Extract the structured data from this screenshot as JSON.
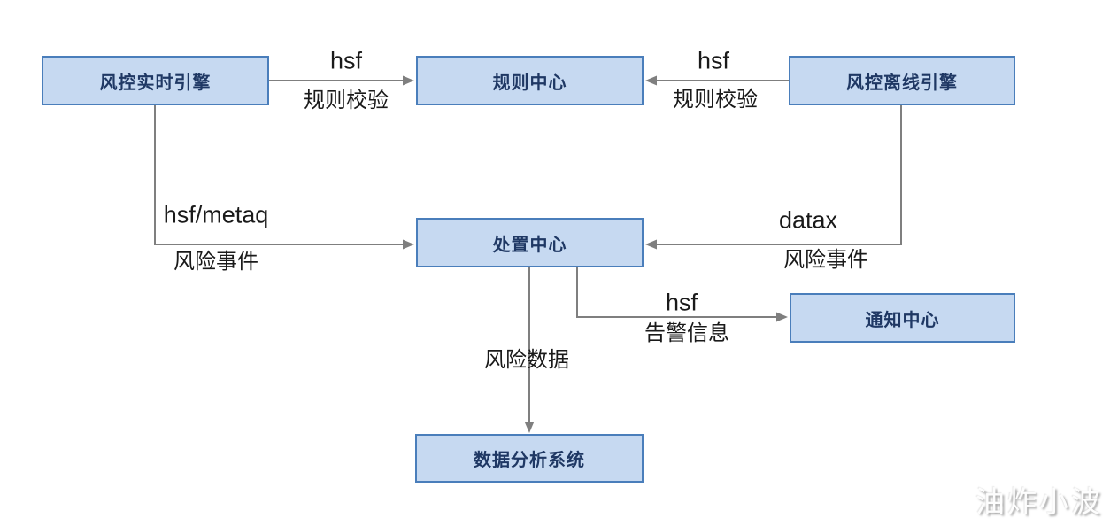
{
  "diagram": {
    "nodes": {
      "realtime_engine": {
        "label": "风控实时引擎"
      },
      "rule_center": {
        "label": "规则中心"
      },
      "offline_engine": {
        "label": "风控离线引擎"
      },
      "disposal_center": {
        "label": "处置中心"
      },
      "notify_center": {
        "label": "通知中心"
      },
      "data_analysis": {
        "label": "数据分析系统"
      }
    },
    "edges": {
      "realtime_to_rule": {
        "protocol": "hsf",
        "label": "规则校验"
      },
      "offline_to_rule": {
        "protocol": "hsf",
        "label": "规则校验"
      },
      "realtime_to_disposal": {
        "protocol": "hsf/metaq",
        "label": "风险事件"
      },
      "offline_to_disposal": {
        "protocol": "datax",
        "label": "风险事件"
      },
      "disposal_to_analysis": {
        "label": "风险数据"
      },
      "disposal_to_notify": {
        "protocol": "hsf",
        "label": "告警信息"
      }
    },
    "colors": {
      "node_fill": "#c6d9f1",
      "node_border": "#4a7ebb",
      "node_text": "#1f3864",
      "connector": "#7f7f7f",
      "label_text": "#1a1a1a"
    }
  },
  "watermark": {
    "text": "油炸小波"
  }
}
